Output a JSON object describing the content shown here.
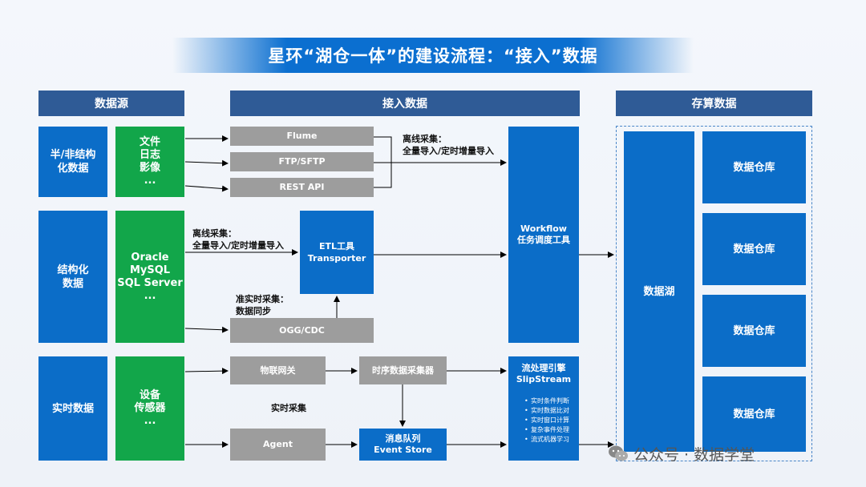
{
  "title": "星环“湖仓一体”的建设流程：“接入”数据",
  "headers": {
    "source": "数据源",
    "ingest": "接入数据",
    "storage": "存算数据"
  },
  "sources": {
    "semi": "半/非结构化数据",
    "structured": "结构化数据",
    "realtime": "实时数据"
  },
  "source_details": {
    "semi": [
      "文件",
      "日志",
      "影像",
      "..."
    ],
    "structured": [
      "Oracle",
      "MySQL",
      "SQL Server",
      "..."
    ],
    "realtime": [
      "设备",
      "传感器",
      "..."
    ]
  },
  "ingest_tools": {
    "flume": "Flume",
    "ftp": "FTP/SFTP",
    "rest": "REST API",
    "etl": [
      "ETL工具",
      "Transporter"
    ],
    "ogg": "OGG/CDC",
    "iot": "物联网关",
    "ts_collector": "时序数据采集器",
    "agent": "Agent",
    "mq": [
      "消息队列",
      "Event Store"
    ]
  },
  "annotations": {
    "offline1": [
      "离线采集：",
      "全量导入/定时增量导入"
    ],
    "offline2": [
      "离线采集：",
      "全量导入/定时增量导入"
    ],
    "near_rt": [
      "准实时采集：",
      "数据同步"
    ],
    "realtime": "实时采集"
  },
  "workflow": [
    "Workflow",
    "任务调度工具"
  ],
  "stream": {
    "title": [
      "流处理引擎",
      "SlipStream"
    ],
    "items": [
      "实时条件判断",
      "实时数据比对",
      "实时窗口计算",
      "复杂事件处理",
      "流式机器学习"
    ]
  },
  "storage": {
    "lake": "数据湖",
    "warehouses": [
      "数据仓库",
      "数据仓库",
      "数据仓库",
      "数据仓库"
    ]
  },
  "watermark": "公众号 · 数据学堂"
}
